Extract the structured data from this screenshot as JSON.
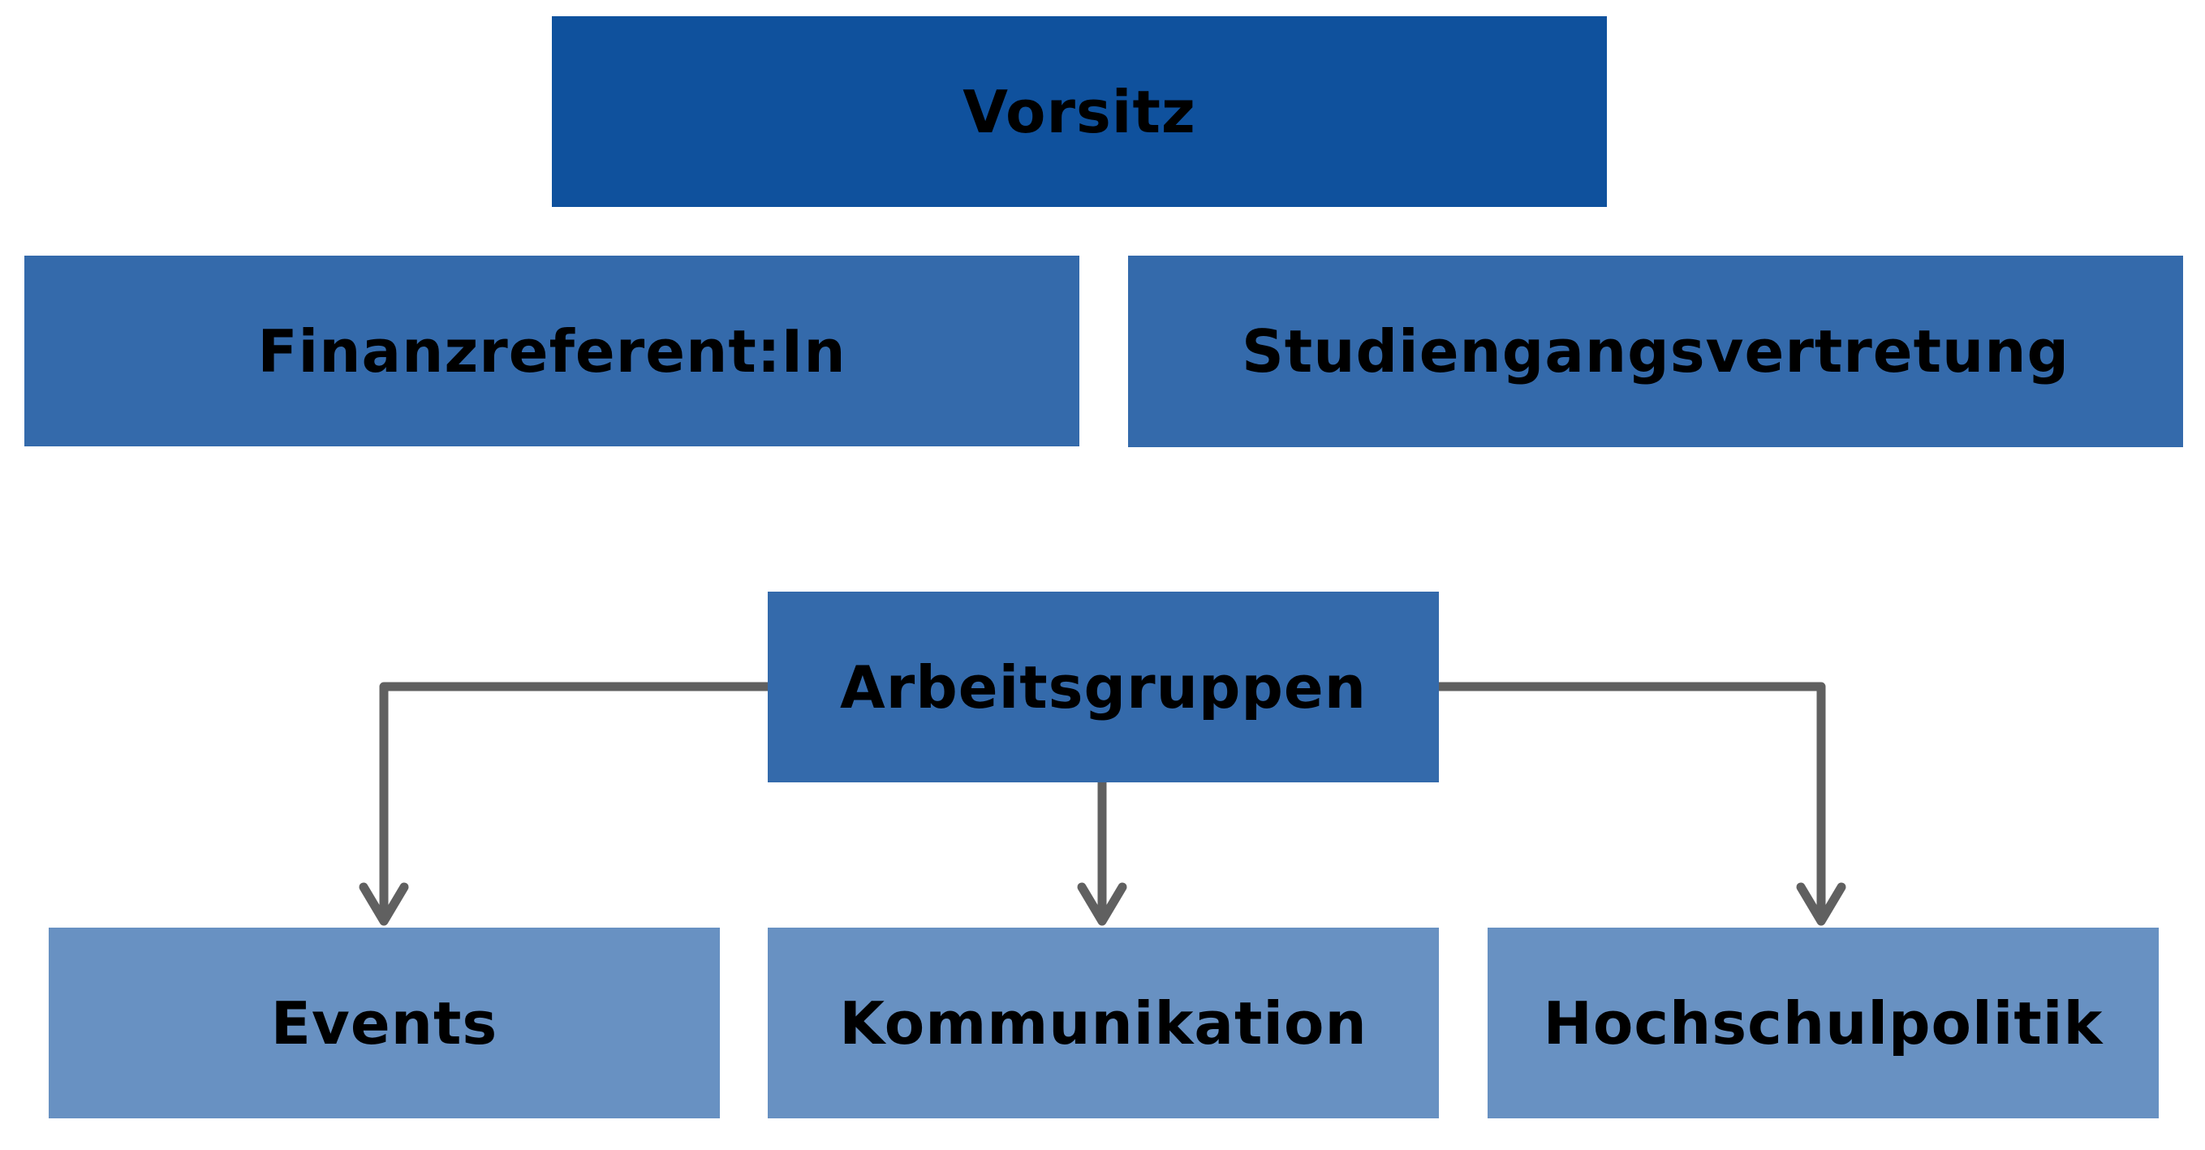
{
  "colors": {
    "top_box": "#0f519d",
    "mid_box": "#346aab",
    "bottom_box": "#6891c2",
    "connector": "#606060",
    "text": "#000000"
  },
  "nodes": {
    "vorsitz": "Vorsitz",
    "finanz": "Finanzreferent:In",
    "studien": "Studiengangsvertretung",
    "arbeit": "Arbeitsgruppen",
    "events": "Events",
    "kommu": "Kommunikation",
    "hoch": "Hochschulpolitik"
  },
  "edges": [
    {
      "from": "arbeit",
      "to": "events"
    },
    {
      "from": "arbeit",
      "to": "kommu"
    },
    {
      "from": "arbeit",
      "to": "hoch"
    }
  ]
}
